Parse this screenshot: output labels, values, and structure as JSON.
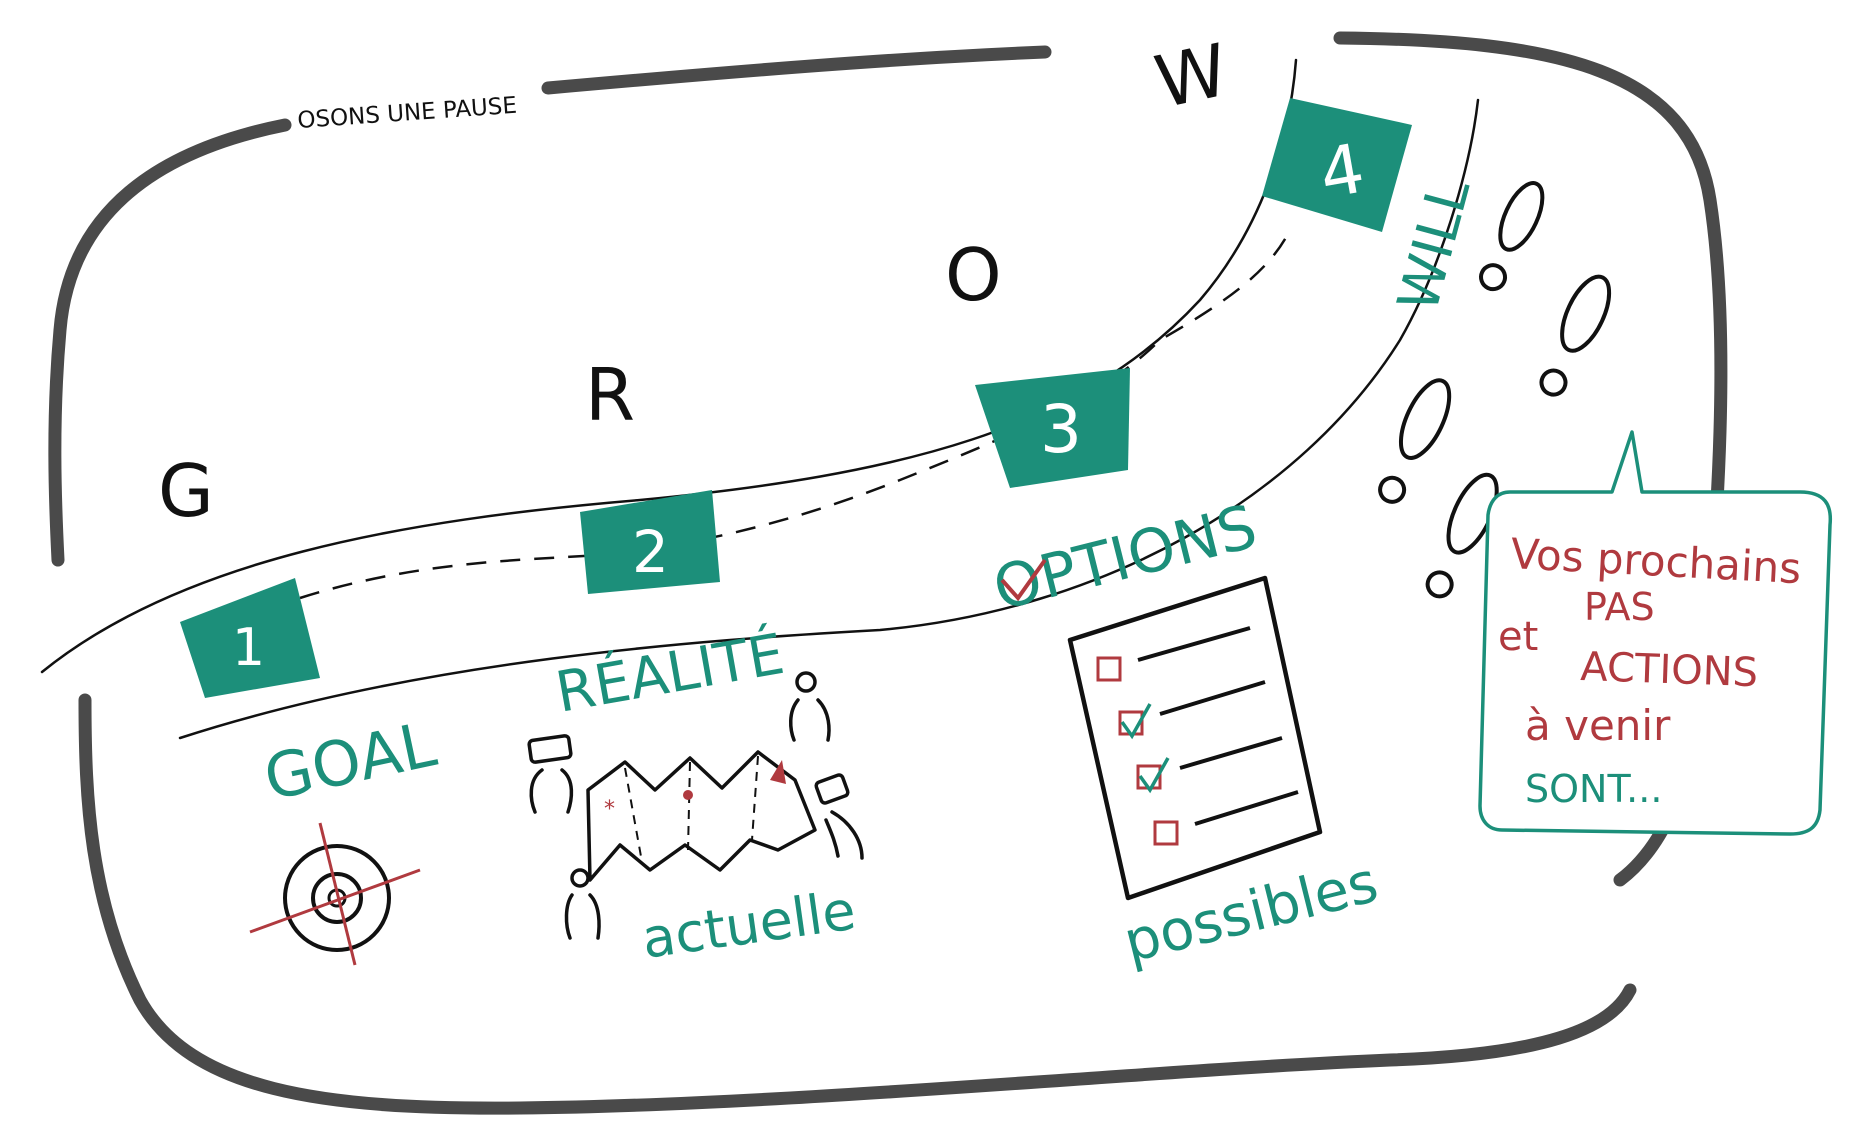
{
  "banner_label": "OSONS UNE PAUSE",
  "acronym": {
    "g": "G",
    "r": "R",
    "o": "O",
    "w": "W"
  },
  "steps": [
    {
      "number": "1",
      "title": "GOAL"
    },
    {
      "number": "2",
      "title": "RÉALITÉ",
      "subtitle": "actuelle"
    },
    {
      "number": "3",
      "title": "OPTIONS",
      "subtitle": "possibles"
    },
    {
      "number": "4",
      "title": "WILL"
    }
  ],
  "speech_bubble": {
    "line1": "Vos prochains",
    "line2a": "et",
    "line2b": "PAS",
    "line3": "ACTIONS",
    "line4": "à venir",
    "line5": "SONT..."
  },
  "colors": {
    "teal": "#1c8f7a",
    "red": "#b03a3f",
    "frame": "#4a4a4a",
    "ink": "#111111"
  },
  "icons": [
    "target-icon",
    "map-icon",
    "checklist-icon",
    "footprints-icon"
  ]
}
